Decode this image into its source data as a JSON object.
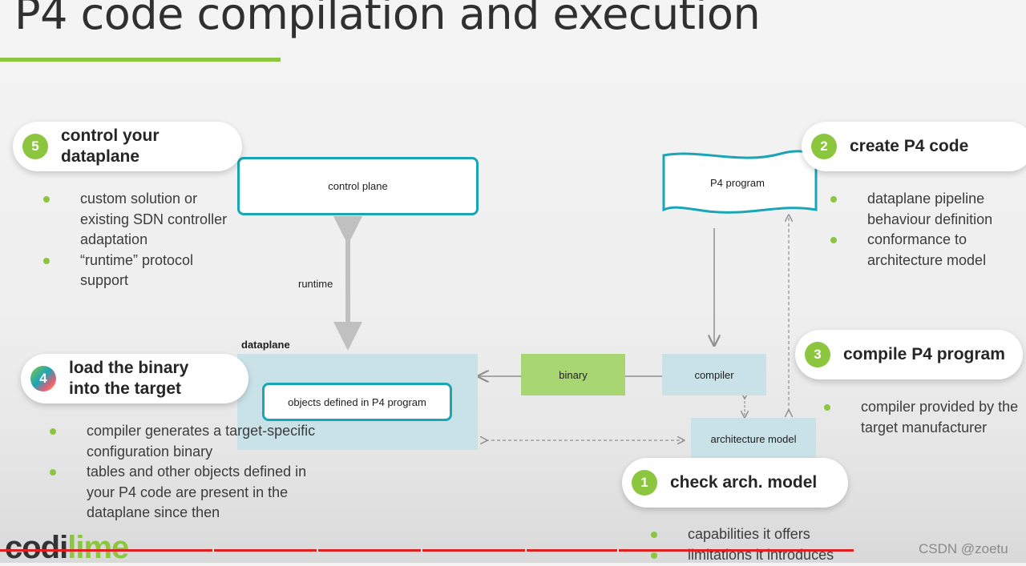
{
  "title": "P4 code compilation and execution",
  "steps": [
    {
      "number": "5",
      "text": "control your dataplane",
      "bullets": [
        "custom solution or existing SDN controller adaptation",
        "“runtime” protocol support"
      ]
    },
    {
      "number": "2",
      "text": "create P4 code",
      "bullets": [
        "dataplane pipeline behaviour definition",
        "conformance to architecture model"
      ]
    },
    {
      "number": "4",
      "text": "load the binary into the target",
      "bullets": [
        "compiler generates a target-specific configuration binary",
        "tables and other objects defined in your P4 code are present in the dataplane since then"
      ]
    },
    {
      "number": "3",
      "text": "compile P4 program",
      "bullets": [
        "compiler provided by the target manufacturer"
      ]
    },
    {
      "number": "1",
      "text": "check arch. model",
      "bullets": [
        "capabilities it offers",
        "limitations it introduces"
      ]
    }
  ],
  "diagram": {
    "control_plane": "control plane",
    "p4_program": "P4 program",
    "runtime": "runtime",
    "dataplane": "dataplane",
    "objects": "objects defined in P4 program",
    "binary": "binary",
    "compiler": "compiler",
    "architecture_model": "architecture model"
  },
  "footer": {
    "logo_left": "codi",
    "logo_right": "lime",
    "watermark": "CSDN @zoetu"
  },
  "colors": {
    "accent": "#8cc63f",
    "teal": "#1aa6b7",
    "light_blue": "#c9e2e8",
    "green_box": "#a8d672",
    "progress": "#e02020"
  }
}
